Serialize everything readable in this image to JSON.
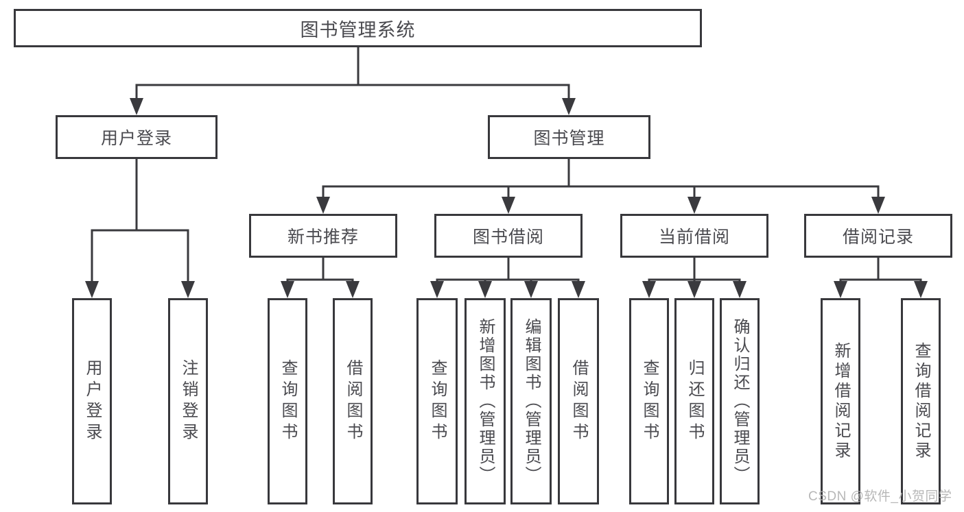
{
  "diagram": {
    "root": {
      "label": "图书管理系统"
    },
    "branches": [
      {
        "label": "用户登录",
        "leaves": [
          {
            "label": "用户登录"
          },
          {
            "label": "注销登录"
          }
        ]
      },
      {
        "label": "图书管理",
        "sections": [
          {
            "label": "新书推荐",
            "leaves": [
              {
                "label": "查询图书"
              },
              {
                "label": "借阅图书"
              }
            ]
          },
          {
            "label": "图书借阅",
            "leaves": [
              {
                "label": "查询图书"
              },
              {
                "label": "新增图书（管理员）"
              },
              {
                "label": "编辑图书（管理员）"
              },
              {
                "label": "借阅图书"
              }
            ]
          },
          {
            "label": "当前借阅",
            "leaves": [
              {
                "label": "查询图书"
              },
              {
                "label": "归还图书"
              },
              {
                "label": "确认归还（管理员）"
              }
            ]
          },
          {
            "label": "借阅记录",
            "leaves": [
              {
                "label": "新增借阅记录"
              },
              {
                "label": "查询借阅记录"
              }
            ]
          }
        ]
      }
    ]
  },
  "watermark": {
    "text": "CSDN @软件_小贺同学"
  },
  "colors": {
    "line": "#3a3a3e",
    "text": "#4a4a4f",
    "background": "#ffffff",
    "watermark": "#b0b0b0"
  }
}
